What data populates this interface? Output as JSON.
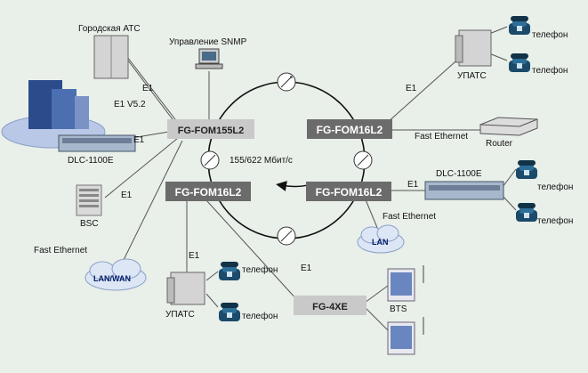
{
  "labels": {
    "city_ats": "Городская АТС",
    "snmp": "Управление SNMP",
    "e1_v52": "E1 V5.2",
    "e1": "E1",
    "dlc": "DLC-1100E",
    "bsc": "BSC",
    "fast_ethernet": "Fast Ethernet",
    "lan_wan": "LAN/WAN",
    "ring_speed": "155/622 Мбит/с",
    "upats": "УПАТС",
    "phone": "телефон",
    "router": "Router",
    "lan": "LAN",
    "bts": "BTS"
  },
  "nodes": {
    "fom155": "FG-FOM155L2",
    "fom16_top": "FG-FOM16L2",
    "fom16_right": "FG-FOM16L2",
    "fom16_left": "FG-FOM16L2",
    "fg4xe": "FG-4XE"
  },
  "colors": {
    "background": "#e9efe9",
    "node_dark": "#6b6b6b",
    "node_light": "#c9c9c9",
    "lan_cloud": "#dde6f5",
    "line": "#555555"
  }
}
